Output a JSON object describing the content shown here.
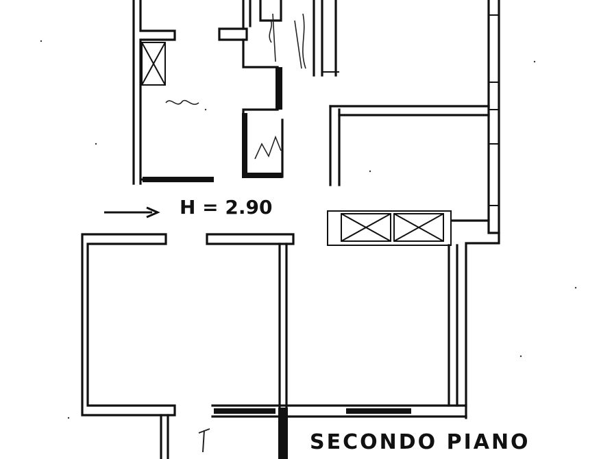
{
  "labels": {
    "ceiling_height": "H = 2.90",
    "floor_name": "SECONDO PIANO"
  },
  "colors": {
    "ink": "#111111",
    "paper": "#ffffff"
  },
  "icons": {
    "entrance": "arrow-right"
  }
}
